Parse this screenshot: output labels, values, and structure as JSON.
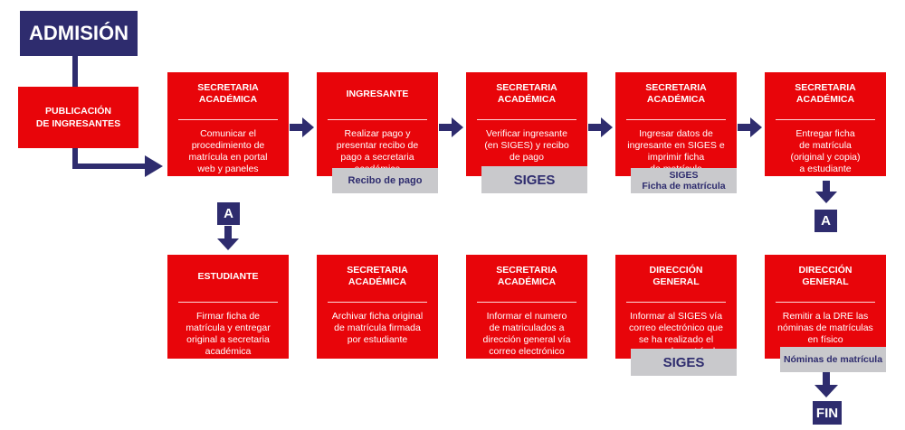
{
  "title": "ADMISIÓN",
  "publication": "PUBLICACIÓN\nDE INGRESANTES",
  "connector_a": "A",
  "end": "FIN",
  "row1": [
    {
      "head": "SECRETARIA\nACADÉMICA",
      "body": "Comunicar el\nprocedimiento de\nmatrícula en portal\nweb y paneles"
    },
    {
      "head": "INGRESANTE",
      "body": "Realizar pago y\npresentar recibo de\npago a secretaria\nacadémica",
      "doc": "Recibo de pago"
    },
    {
      "head": "SECRETARIA\nACADÉMICA",
      "body": "Verificar ingresante\n(en SIGES) y recibo\nde pago",
      "doc": "SIGES"
    },
    {
      "head": "SECRETARIA\nACADÉMICA",
      "body": "Ingresar datos de\ningresante en SIGES e\nimprimir ficha\nde matrícula",
      "doc": "SIGES\nFicha de matrícula"
    },
    {
      "head": "SECRETARIA\nACADÉMICA",
      "body": "Entregar ficha\nde matrícula\n(original y copia)\na estudiante"
    }
  ],
  "row2": [
    {
      "head": "ESTUDIANTE",
      "body": "Firmar ficha de\nmatrícula y entregar\noriginal a secretaria\nacadémica"
    },
    {
      "head": "SECRETARIA\nACADÉMICA",
      "body": "Archivar ficha original\nde matrícula firmada\npor estudiante"
    },
    {
      "head": "SECRETARIA\nACADÉMICA",
      "body": "Informar el numero\nde matriculados a\ndirección general vía\ncorreo electrónico"
    },
    {
      "head": "DIRECCIÓN\nGENERAL",
      "body": "Informar al SIGES vía\ncorreo electrónico que\nse ha realizado el\nproceso de matrícula",
      "doc": "SIGES"
    },
    {
      "head": "DIRECCIÓN\nGENERAL",
      "body": "Remitir a la DRE las\nnóminas de matrículas\nen físico",
      "doc": "Nóminas de matrícula"
    }
  ],
  "colors": {
    "red": "#e8050a",
    "navy": "#2e2c6e",
    "gray": "#c9c9cc"
  }
}
